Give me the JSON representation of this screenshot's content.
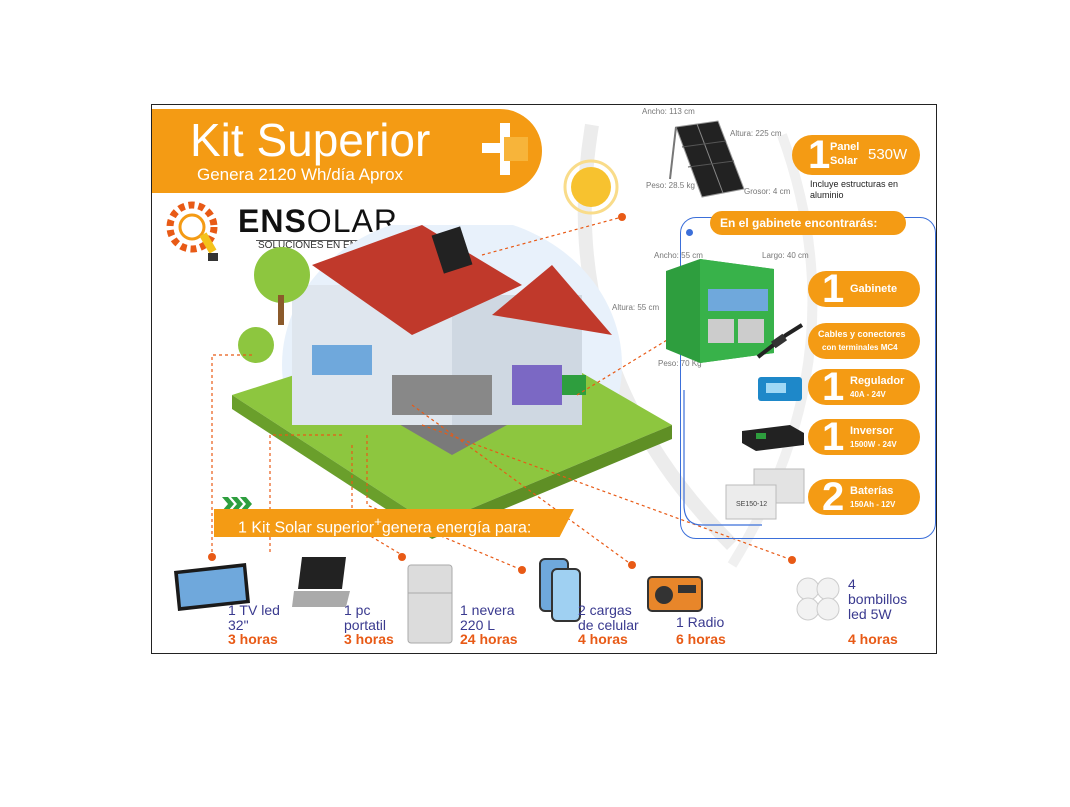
{
  "header": {
    "title": "Kit Superior",
    "title_plus": "+",
    "subtitle": "Genera 2120 Wh/día Aprox"
  },
  "logo": {
    "brand_bold": "ENS",
    "brand_rest": "OLAR",
    "tagline": "SOLUCIONES EN ENERGÍA"
  },
  "panel": {
    "width": "Ancho: 113 cm",
    "height": "Altura: 225 cm",
    "weight": "Peso: 28.5 kg",
    "thickness": "Grosor: 4 cm",
    "qty": "1",
    "label_line1": "Panel",
    "label_line2": "Solar",
    "power": "530W",
    "note": "Incluye estructuras en aluminio"
  },
  "cabinet_section": {
    "heading": "En el gabinete encontrarás:",
    "width": "Ancho: 55 cm",
    "length": "Largo: 40 cm",
    "height": "Altura: 55 cm",
    "weight": "Peso: 70 Kg",
    "battery_label": "SE150-12",
    "items": [
      {
        "qty": "1",
        "label": "Gabinete",
        "sub": ""
      },
      {
        "qty": "",
        "label": "Cables y conectores",
        "sub": "con terminales MC4"
      },
      {
        "qty": "1",
        "label": "Regulador",
        "sub": "40A - 24V"
      },
      {
        "qty": "1",
        "label": "Inversor",
        "sub": "1500W - 24V"
      },
      {
        "qty": "2",
        "label": "Baterías",
        "sub": "150Ah - 12V"
      }
    ]
  },
  "energy_banner": {
    "text": "1 Kit Solar superior",
    "plus": "+",
    "text_rest": "genera energía para:"
  },
  "devices": [
    {
      "name": "1 TV led 32\"",
      "hours": "3 horas",
      "icon": "tv-icon"
    },
    {
      "name": "1 pc portatil",
      "hours": "3 horas",
      "icon": "laptop-icon"
    },
    {
      "name": "1 nevera 220 L",
      "hours": "24 horas",
      "icon": "fridge-icon"
    },
    {
      "name": "2 cargas de celular",
      "hours": "4 horas",
      "icon": "phone-icon"
    },
    {
      "name": "1 Radio",
      "hours": "6 horas",
      "icon": "radio-icon"
    },
    {
      "name": "4 bombillos led 5W",
      "hours": "4 horas",
      "icon": "bulb-icon"
    }
  ],
  "colors": {
    "orange": "#f49b14",
    "accent_red": "#e85a16",
    "blue_text": "#3a3a8f",
    "green": "#2e9e3e"
  }
}
